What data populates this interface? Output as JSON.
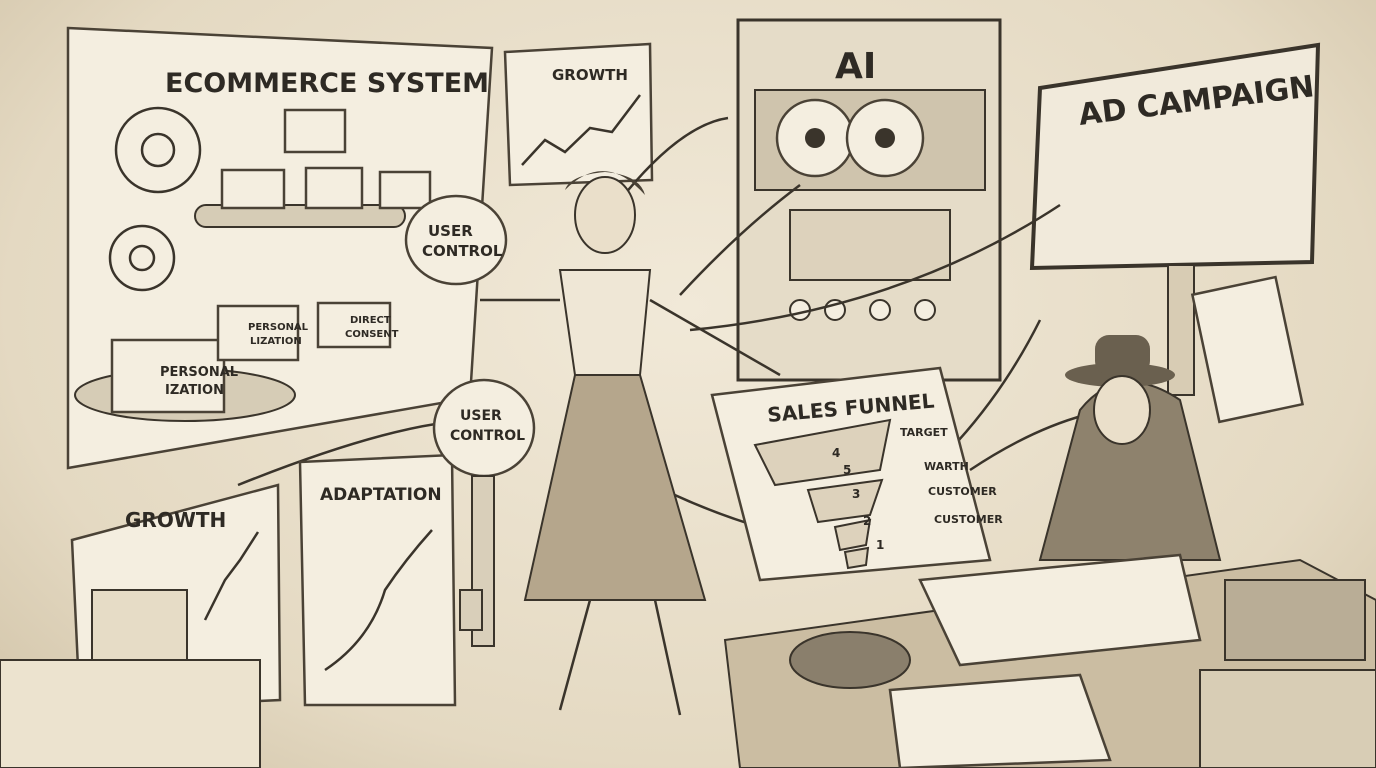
{
  "labels": {
    "ecommerce_system": "ECOMMERCE SYSTEM",
    "growth_top": "GROWTH",
    "ai": "AI",
    "ad_campaign": "AD CAMPAIGN",
    "user_control_sign": [
      "USER",
      "CONTROL"
    ],
    "user_control_key": [
      "USER",
      "CONTROL"
    ],
    "personalization_box_front": [
      "PERSONAL",
      "IZATION"
    ],
    "personalization_box_back": [
      "PERSONAL",
      "LIZATION"
    ],
    "direct_consent_box": [
      "DIRECT",
      "CONSENT"
    ],
    "growth_bottom": "GROWTH",
    "adaptation": "ADAPTATION",
    "sales_funnel": "SALES FUNNEL"
  },
  "funnel": {
    "tiers": [
      "4",
      "5",
      "3",
      "2",
      "1"
    ],
    "outputs": [
      "TARGET",
      "WARTH",
      "CUSTOMER",
      "CUSTOMER"
    ]
  },
  "colors": {
    "paper": "#f4eee0",
    "ink": "#3a342b",
    "background": "#e9e0cd"
  }
}
